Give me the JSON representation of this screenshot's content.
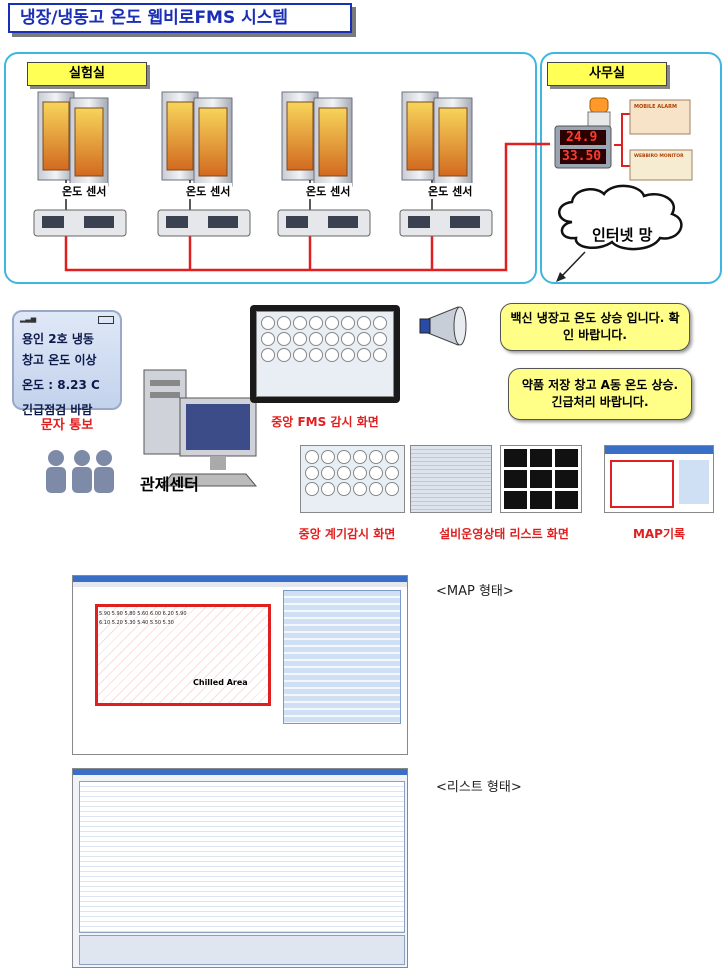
{
  "title": "냉장/냉동고 온도 웹비로FMS 시스템",
  "lab": {
    "label": "실험실",
    "sensors": [
      "온도 센서",
      "온도 센서",
      "온도 센서",
      "온도 센서"
    ]
  },
  "office": {
    "label": "사무실",
    "display_top": "24.9",
    "display_bottom": "33.50",
    "device_top_label": "MOBILE ALARM",
    "device_bottom_label": "WEBBIRO MONITOR"
  },
  "internet_label": "인터넷 망",
  "phone": {
    "lines": [
      "용인 2호 냉동",
      "창고 온도 이상",
      "온도 : 8.23 C",
      "긴급점검 바람"
    ],
    "caption": "문자 통보"
  },
  "control_center": "관제센터",
  "main_monitor_caption": "중앙 FMS 감시 화면",
  "callouts": [
    "백신 냉장고 온도 상승 입니다. 확인 바랍니다.",
    "약품 저장 창고 A동 온도 상승.긴급처리 바랍니다."
  ],
  "thumbnails": [
    {
      "caption": "중앙 계기감시 화면"
    },
    {
      "caption": "설비운영상태 리스트 화면"
    },
    {
      "caption": "MAP기록"
    }
  ],
  "map_section": {
    "label": "<MAP 형태>",
    "area_label": "Chilled Area",
    "values": [
      "5.90",
      "5.90",
      "5.80",
      "5.60",
      "6.00",
      "6.20",
      "5.90",
      "6.10",
      "5.20",
      "5.30",
      "5.40",
      "5.50",
      "5.30"
    ]
  },
  "list_section": {
    "label": "<리스트 형태>"
  },
  "colors": {
    "red_line": "#e02020",
    "panel_border": "#3fb6e0",
    "tag_yellow": "#ffff55",
    "title_blue": "#1a2fb8"
  }
}
